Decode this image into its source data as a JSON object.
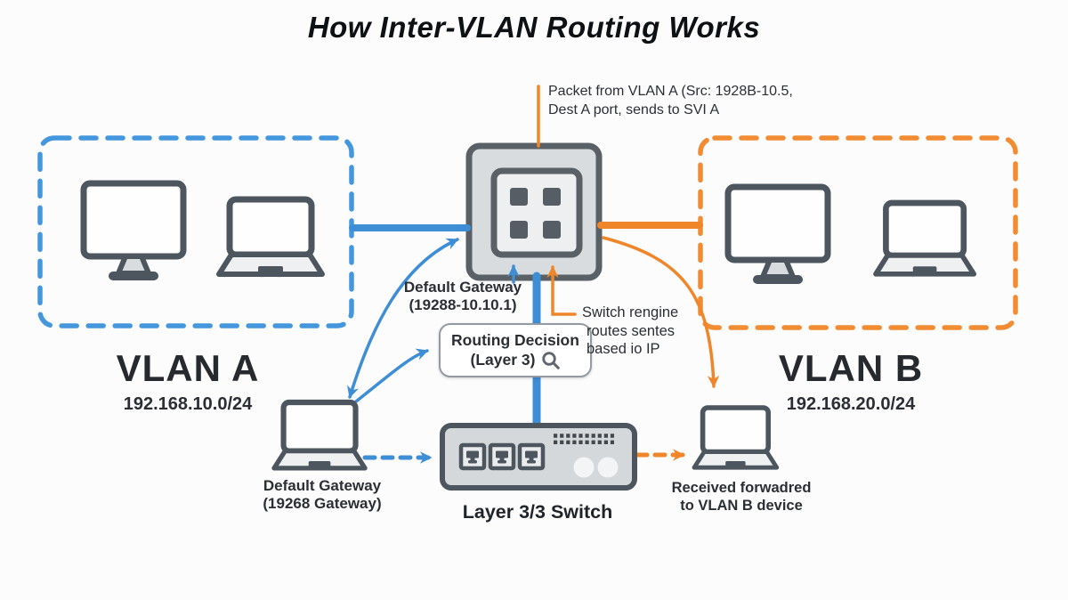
{
  "title": "How Inter-VLAN Routing Works",
  "annotation": {
    "line1": "Packet from VLAN A (Src: 1928B-10.5,",
    "line2": "Dest A port, sends to SVI A"
  },
  "vlan_a": {
    "name": "VLAN A",
    "subnet": "192.168.10.0/24"
  },
  "vlan_b": {
    "name": "VLAN B",
    "subnet": "192.168.20.0/24"
  },
  "core_switch": {
    "gateway_label": "Default Gateway",
    "gateway_ip": "(19288-10.10.1)"
  },
  "routing_box": {
    "title": "Routing Decision",
    "subtitle": "(Layer 3)",
    "icon": "magnifier-icon"
  },
  "engine_note": {
    "line1": "Switch rengine",
    "line2": "routes sentes",
    "line3": "based io IP"
  },
  "gateway_device": {
    "line1": "Default Gateway",
    "line2": "(19268 Gateway)"
  },
  "layer3_switch": {
    "label": "Layer 3/3 Switch"
  },
  "received_device": {
    "line1": "Received forwadred",
    "line2": "to VLAN B device"
  },
  "colors": {
    "vlan_a_blue": "#3e8ed6",
    "vlan_b_orange": "#f0862a",
    "device_stroke": "#4d565e",
    "switch_fill": "#d9dcdf",
    "text_dark": "#22262a"
  }
}
